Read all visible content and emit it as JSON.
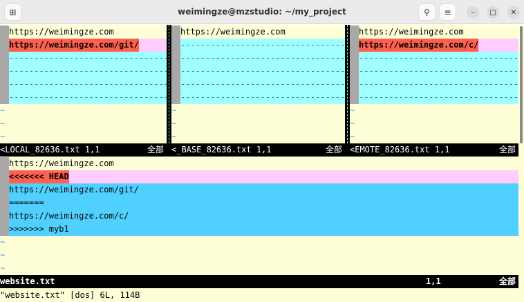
{
  "window": {
    "title": "weimingze@mzstudio: ~/my_project",
    "icons": [
      "new-tab-icon",
      "search-icon",
      "menu-icon",
      "minimize-icon",
      "maximize-icon",
      "close-icon"
    ]
  },
  "panes": [
    {
      "lines": [
        "https://weimingze.com",
        "https://weimingze.com/git/"
      ],
      "status_file": "<LOCAL_82636.txt 1,1",
      "status_pos": "全部"
    },
    {
      "lines": [
        "https://weimingze.com"
      ],
      "status_file": "<_BASE_82636.txt 1,1",
      "status_pos": "全部"
    },
    {
      "lines": [
        "https://weimingze.com",
        "https://weimingze.com/c/"
      ],
      "status_file": "<EMOTE_82636.txt 1,1",
      "status_pos": "全部"
    }
  ],
  "merged": {
    "lines": [
      "https://weimingze.com",
      "<<<<<<< HEAD",
      "https://weimingze.com/git/",
      "=======",
      "https://weimingze.com/c/",
      ">>>>>>> myb1"
    ],
    "status_file": "website.txt",
    "status_cursor": "1,1",
    "status_pos": "全部"
  },
  "tilde": "~",
  "filler": "-------------------------------------------------------------------------",
  "cmdline": "\"website.txt\" [dos] 6L, 114B",
  "colors": {
    "background": "#ffffd7",
    "changed": "#ff5f4f",
    "added": "#ffccff",
    "filler": "#a0ffff",
    "conflict": "#50d0ff"
  }
}
